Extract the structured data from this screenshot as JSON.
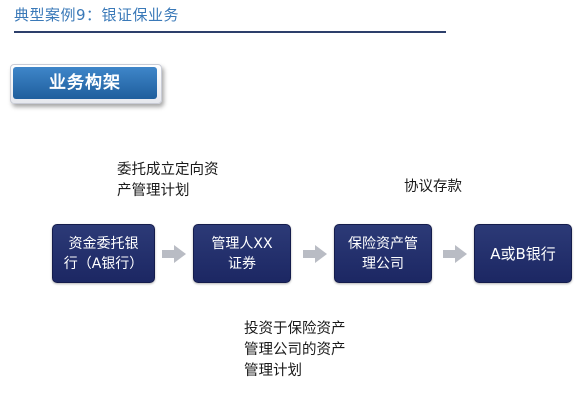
{
  "header": {
    "title": "典型案例9：银证保业务"
  },
  "section": {
    "label": "业务构架"
  },
  "flow": {
    "nodes": [
      {
        "lines": [
          "资金委托银",
          "行（A银行）"
        ]
      },
      {
        "lines": [
          "管理人XX",
          "证券"
        ]
      },
      {
        "lines": [
          "保险资产管",
          "理公司"
        ]
      },
      {
        "lines": [
          "A或B银行"
        ]
      }
    ],
    "annotations": {
      "bank_to_broker": [
        "委托成立定向资",
        "产管理计划"
      ],
      "to_final_bank": [
        "协议存款"
      ],
      "broker_to_insurer": [
        "投资于保险资产",
        "管理公司的资产",
        "管理计划"
      ]
    }
  },
  "colors": {
    "box_fill": "#222f6d",
    "title_text": "#3a79b8",
    "badge_fill": "#2a6fb0",
    "arrow_fill": "#b9bcc4"
  }
}
